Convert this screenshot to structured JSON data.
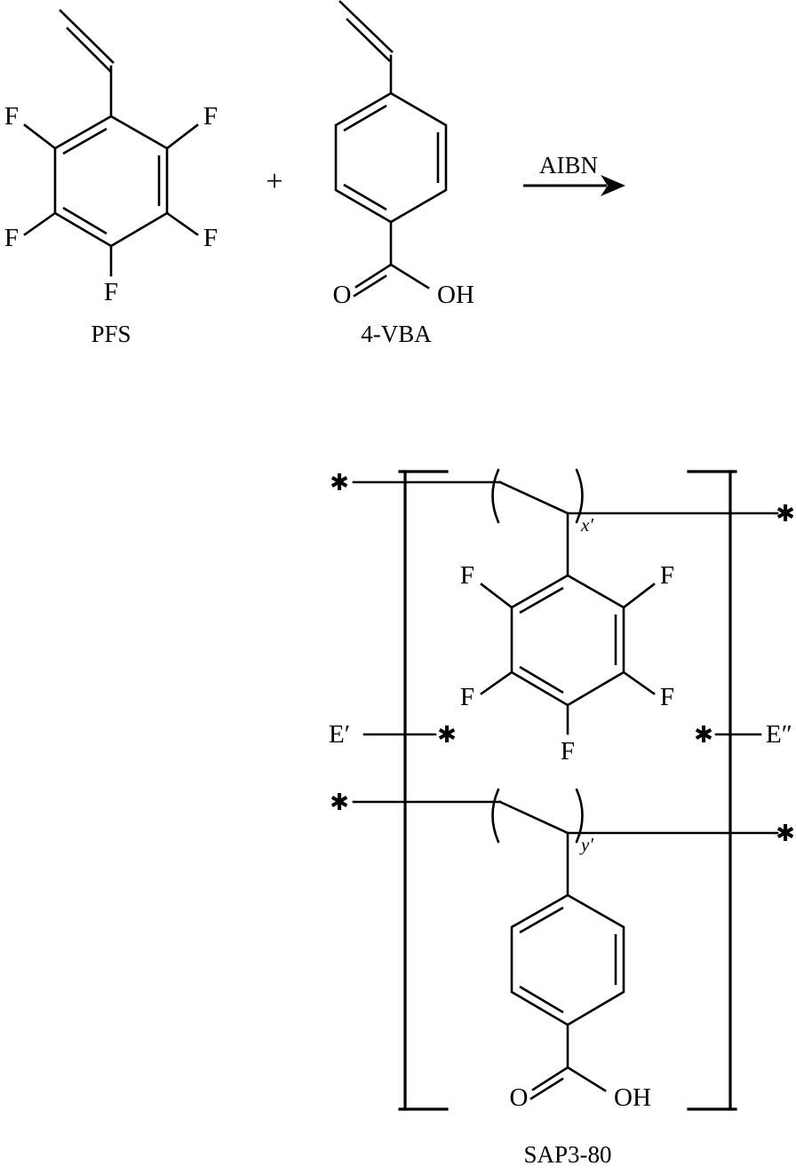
{
  "figure": {
    "title": "Copolymerization of PFS and 4-VBA to SAP3-80",
    "background_color": "#ffffff",
    "line_color": "#000000"
  },
  "reaction": {
    "plus_sign": "+",
    "arrow": {
      "reagent_label": "AIBN",
      "direction": "right"
    }
  },
  "reactants": [
    {
      "id": "pfs",
      "name_label": "PFS",
      "ring_type": "benzene",
      "substituents": [
        {
          "label": "F",
          "position": "ortho-left"
        },
        {
          "label": "F",
          "position": "ortho-right"
        },
        {
          "label": "F",
          "position": "meta-left"
        },
        {
          "label": "F",
          "position": "meta-right"
        },
        {
          "label": "F",
          "position": "para"
        }
      ],
      "vinyl_group": "CH=CH2"
    },
    {
      "id": "vba",
      "name_label": "4-VBA",
      "ring_type": "benzene",
      "substituents": [
        {
          "label": "O",
          "position": "carbonyl"
        },
        {
          "label": "OH",
          "position": "hydroxyl"
        }
      ],
      "vinyl_group": "CH=CH2"
    }
  ],
  "product": {
    "id": "sap3-80",
    "name_label": "SAP3-80",
    "blocks": [
      {
        "id": "pfs-block",
        "subscript": "x′",
        "ring_labels": [
          "F",
          "F",
          "F",
          "F",
          "F"
        ],
        "star_left": "✱",
        "star_right": "✱"
      },
      {
        "id": "vba-block",
        "subscript": "y′",
        "ring_labels": [
          "O",
          "OH"
        ],
        "star_left": "✱",
        "star_right": "✱"
      }
    ],
    "end_groups": {
      "left": {
        "label": "E′",
        "star": "✱"
      },
      "right": {
        "label": "E″",
        "star": "✱"
      }
    }
  },
  "atoms": {
    "fluorine": "F",
    "oxygen": "O",
    "hydroxyl": "OH",
    "star": "✱"
  }
}
